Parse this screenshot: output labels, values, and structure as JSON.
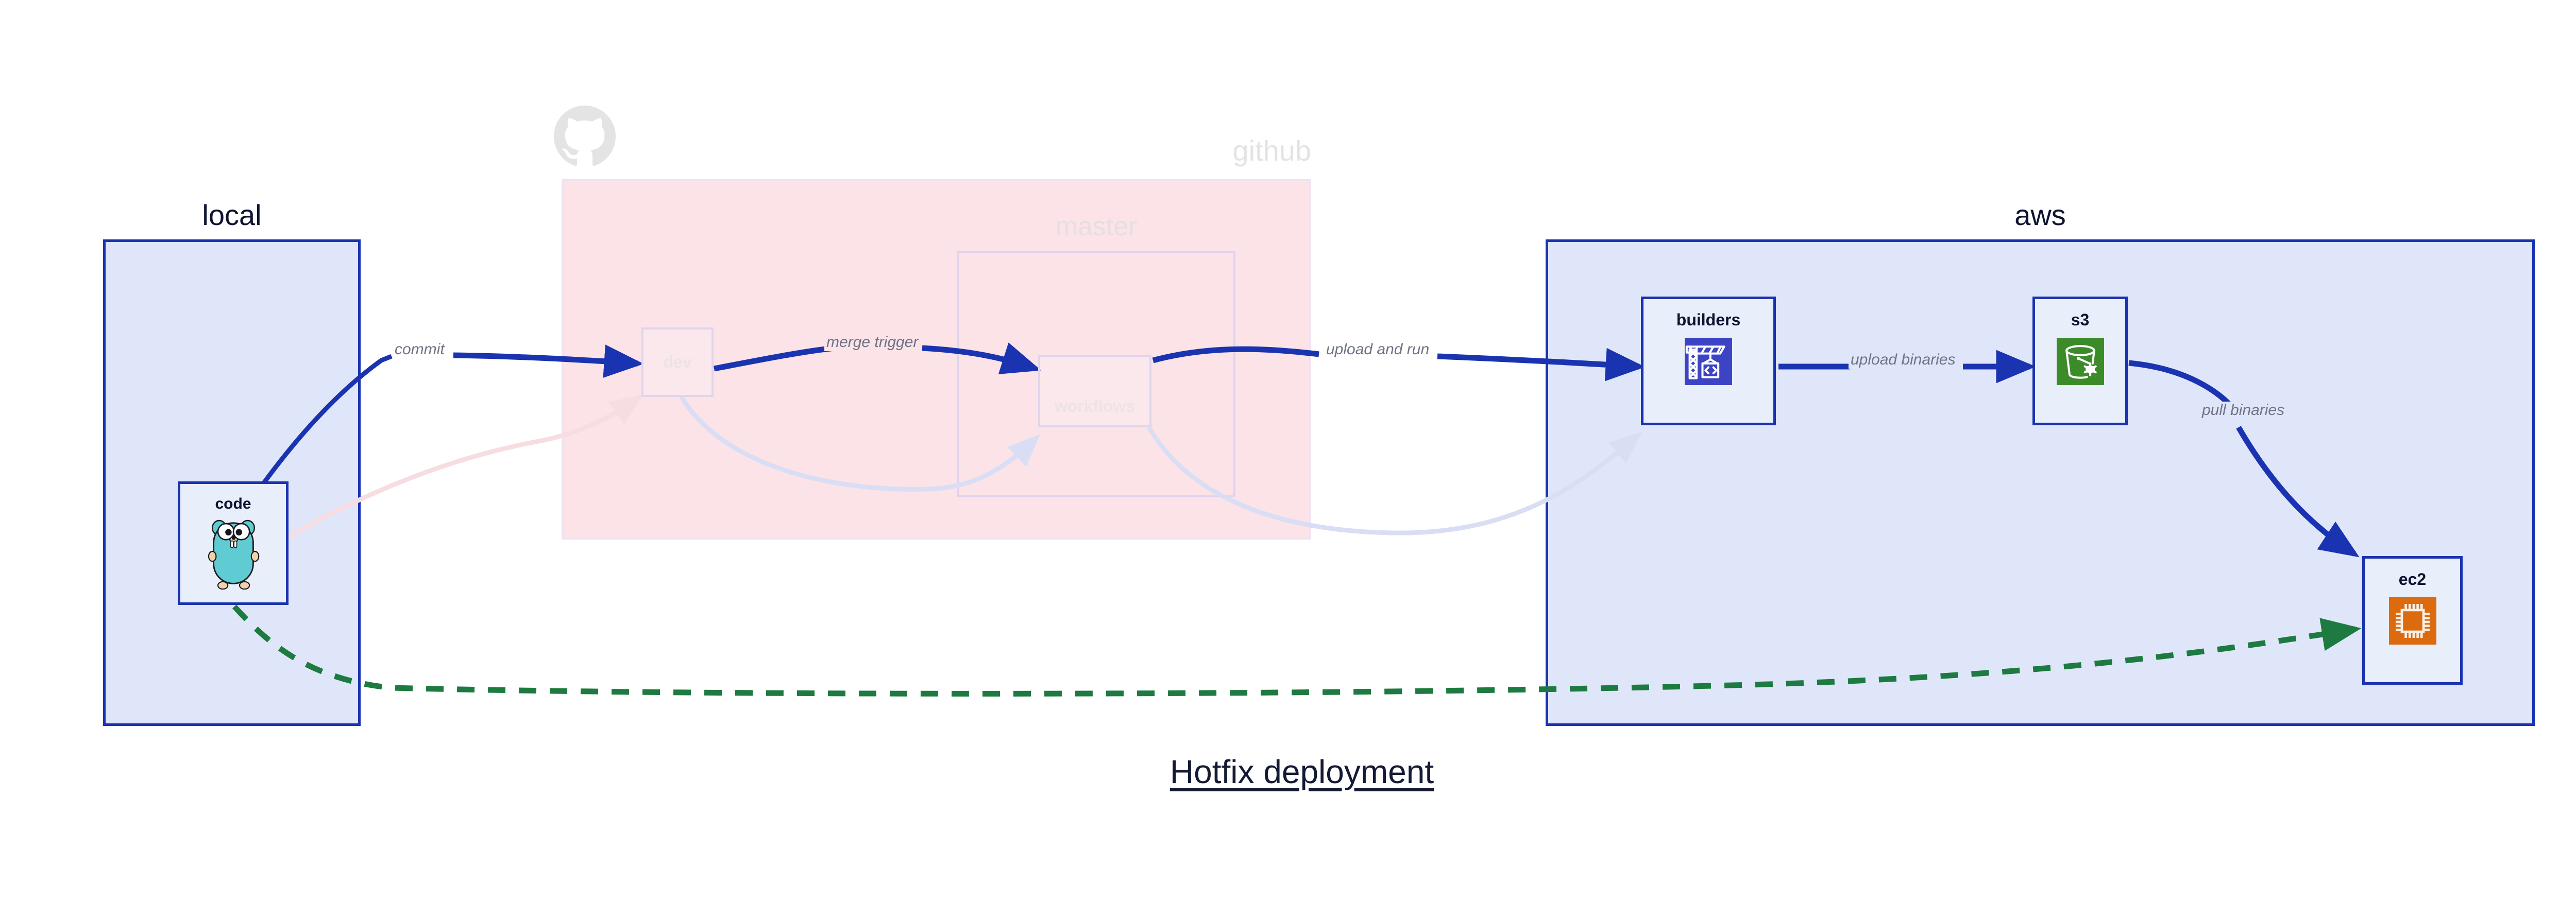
{
  "title": "Hotfix deployment",
  "clusters": [
    {
      "id": "local",
      "label": "local"
    },
    {
      "id": "github",
      "label": "github"
    },
    {
      "id": "master",
      "label": "master"
    },
    {
      "id": "aws",
      "label": "aws"
    }
  ],
  "nodes": [
    {
      "id": "code",
      "label": "code",
      "icon": "go-gopher-icon"
    },
    {
      "id": "dev",
      "label": "dev",
      "icon": "none"
    },
    {
      "id": "workflows",
      "label": "workflows",
      "icon": "none"
    },
    {
      "id": "builders",
      "label": "builders",
      "icon": "aws-codebuild-crane-icon"
    },
    {
      "id": "s3",
      "label": "s3",
      "icon": "aws-s3-bucket-icon"
    },
    {
      "id": "ec2",
      "label": "ec2",
      "icon": "aws-ec2-chip-icon"
    }
  ],
  "edges": [
    {
      "id": "commit",
      "label": "commit",
      "from": "code",
      "to": "dev",
      "style": "solid-blue"
    },
    {
      "id": "merge-trigger",
      "label": "merge trigger",
      "from": "dev",
      "to": "workflows",
      "style": "solid-blue"
    },
    {
      "id": "upload-and-run",
      "label": "upload and run",
      "from": "workflows",
      "to": "builders",
      "style": "solid-blue"
    },
    {
      "id": "upload-binaries",
      "label": "upload binaries",
      "from": "builders",
      "to": "s3",
      "style": "solid-blue"
    },
    {
      "id": "pull-binaries",
      "label": "pull binaries",
      "from": "s3",
      "to": "ec2",
      "style": "solid-blue"
    },
    {
      "id": "hotfix-direct",
      "label": "",
      "from": "code",
      "to": "ec2",
      "style": "dashed-green"
    },
    {
      "id": "faded-code-dev",
      "label": "",
      "from": "code",
      "to": "dev",
      "style": "faded-pink"
    },
    {
      "id": "faded-dev-wf",
      "label": "",
      "from": "dev",
      "to": "workflows",
      "style": "faded-lavender"
    },
    {
      "id": "faded-wf-builders",
      "label": "",
      "from": "workflows",
      "to": "builders",
      "style": "faded-lavender"
    }
  ],
  "colors": {
    "container_border": "#1A33B0",
    "container_fill": "#E0E6FA",
    "github_fill": "#FBE3E8",
    "edge_blue": "#1A33B0",
    "edge_green": "#1D7A40",
    "codebuild_blue": "#3C43C4",
    "s3_green": "#3C8B29",
    "ec2_orange": "#DC6B10",
    "label_gray": "#6F7386",
    "title_navy": "#141A33"
  }
}
